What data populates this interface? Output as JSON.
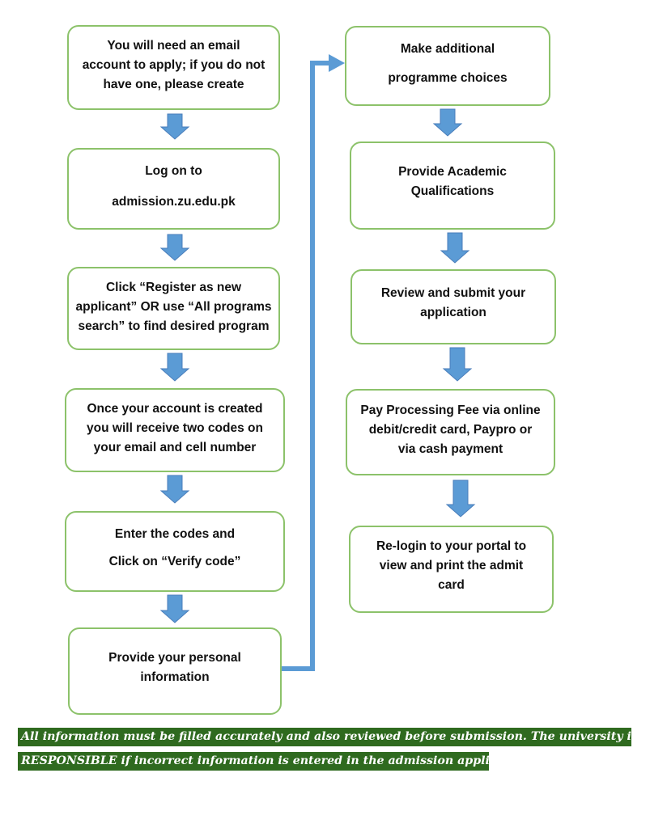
{
  "steps_left": [
    [
      "You will need an email",
      "account to apply; if you do not",
      "have one, please create"
    ],
    [
      "Log on to",
      "admission.zu.edu.pk"
    ],
    [
      "Click “Register as new",
      "applicant” OR use “All programs",
      "search” to find desired program"
    ],
    [
      "Once your account is created",
      "you will receive two codes on",
      "your email and cell number"
    ],
    [
      "Enter the codes and",
      "Click on “Verify code”"
    ],
    [
      "Provide your personal",
      "information"
    ]
  ],
  "steps_right": [
    [
      "Make additional",
      "programme choices"
    ],
    [
      "Provide Academic",
      "Qualifications"
    ],
    [
      "Review and submit your",
      "application"
    ],
    [
      "Pay Processing Fee via online",
      "debit/credit card, Paypro or",
      "via cash payment"
    ],
    [
      "Re-login to your portal to",
      "view and print the admit",
      "card"
    ]
  ],
  "notice": {
    "line1": "All information must be filled accurately and also reviewed before submission. The university is NOT",
    "line2": "RESPONSIBLE if incorrect information is entered in the admission application"
  },
  "colors": {
    "box_border": "#8cc26a",
    "arrow_fill": "#5b9bd5",
    "arrow_stroke": "#4a7ebb",
    "notice_background": "#2f6a1f"
  }
}
